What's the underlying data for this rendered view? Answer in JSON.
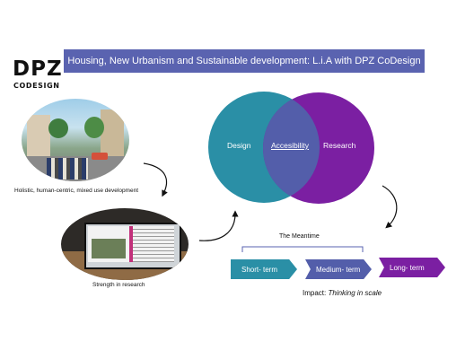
{
  "banner": {
    "title": "Housing, New Urbanism and Sustainable development: L.i.A with DPZ CoDesign"
  },
  "logo": {
    "main": "DPZ",
    "sub": "CODESIGN"
  },
  "photos": {
    "street": {
      "caption": "Holistic, human-centric, mixed use development"
    },
    "desk": {
      "caption": "Strength in research"
    }
  },
  "venn": {
    "left": {
      "label": "Design",
      "color": "#2a8fa6"
    },
    "right": {
      "label": "Research",
      "color": "#7b1fa2"
    },
    "overlap": {
      "label": "Accesibility",
      "color": "#535eaa"
    }
  },
  "timeline": {
    "bracket_label": "The Meantime",
    "stages": [
      {
        "label": "Short- term",
        "color": "#2a8fa6"
      },
      {
        "label": "Medium- term",
        "color": "#535eaa"
      },
      {
        "label": "Long- term",
        "color": "#7b1fa2"
      }
    ]
  },
  "impact": {
    "prefix": "Impact: ",
    "emphasis": "Thinking in scale"
  },
  "colors": {
    "banner": "#5a63b0"
  }
}
